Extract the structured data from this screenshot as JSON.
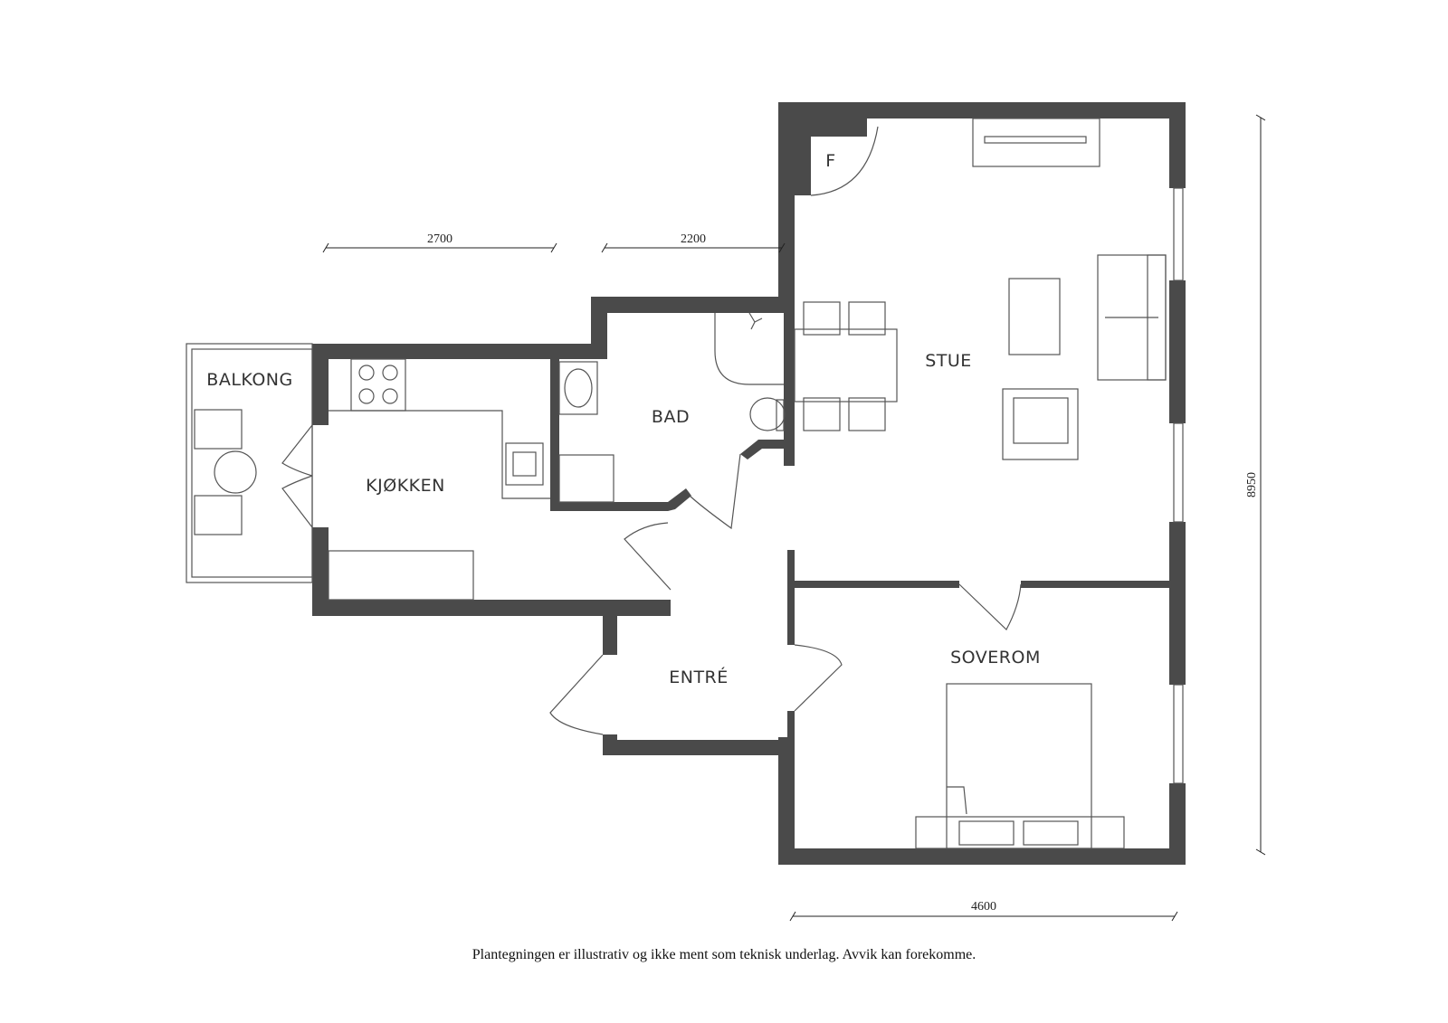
{
  "rooms": {
    "balkong": "BALKONG",
    "kjokken": "KJØKKEN",
    "bad": "BAD",
    "stue": "STUE",
    "soverom": "SOVEROM",
    "entre": "ENTRÉ",
    "closet": "F"
  },
  "dimensions": {
    "top_left": "2700",
    "top_mid": "2200",
    "right": "8950",
    "bottom": "4600"
  },
  "disclaimer": "Plantegningen er illustrativ og ikke ment som teknisk underlag. Avvik kan forekomme.",
  "colors": {
    "wall": "#4a4a4a",
    "line": "#555555",
    "background": "#ffffff"
  }
}
